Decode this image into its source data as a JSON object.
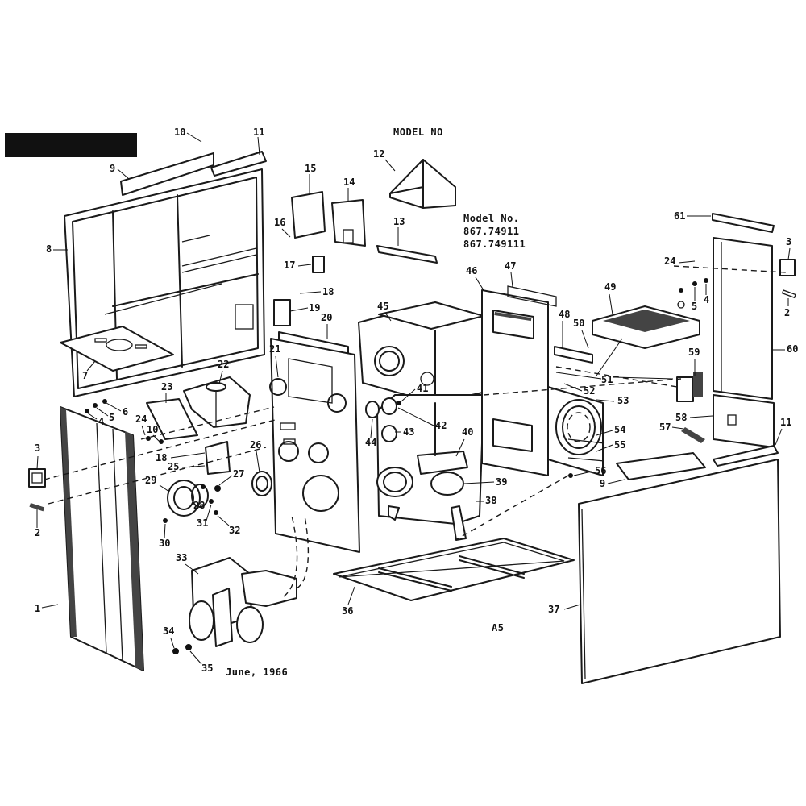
{
  "texts": {
    "model_no_header": "MODEL NO",
    "model_label": "Model No.",
    "model_1": "867.74911",
    "model_2": "867.749111",
    "date": "June, 1966",
    "page_code": "A5"
  },
  "labels": {
    "p1": "1",
    "p2a": "2",
    "p2b": "2",
    "p3a": "3",
    "p3b": "3",
    "p4a": "4",
    "p4b": "4",
    "p5a": "5",
    "p5b": "5",
    "p6": "6",
    "p7": "7",
    "p8": "8",
    "p9a": "9",
    "p9b": "9",
    "p10a": "10",
    "p10b": "10",
    "p11a": "11",
    "p11b": "11",
    "p12": "12",
    "p13": "13",
    "p14": "14",
    "p15": "15",
    "p16": "16",
    "p17": "17",
    "p18a": "18",
    "p18b": "18",
    "p19": "19",
    "p20": "20",
    "p21": "21",
    "p22": "22",
    "p23": "23",
    "p24a": "24",
    "p24b": "24",
    "p25": "25",
    "p26": "26",
    "p27": "27",
    "p28": "28",
    "p29": "29",
    "p30": "30",
    "p31": "31",
    "p32": "32",
    "p33": "33",
    "p34": "34",
    "p35": "35",
    "p36": "36",
    "p37": "37",
    "p38": "38",
    "p39": "39",
    "p40": "40",
    "p41": "41",
    "p42": "42",
    "p43": "43",
    "p44": "44",
    "p45": "45",
    "p46": "46",
    "p47": "47",
    "p48": "48",
    "p49": "49",
    "p50": "50",
    "p51": "51",
    "p52": "52",
    "p53": "53",
    "p54": "54",
    "p55": "55",
    "p56": "56",
    "p57": "57",
    "p58": "58",
    "p59": "59",
    "p60": "60",
    "p61": "61"
  },
  "colors": {
    "ink": "#1a1a1a",
    "paper": "#ffffff"
  }
}
